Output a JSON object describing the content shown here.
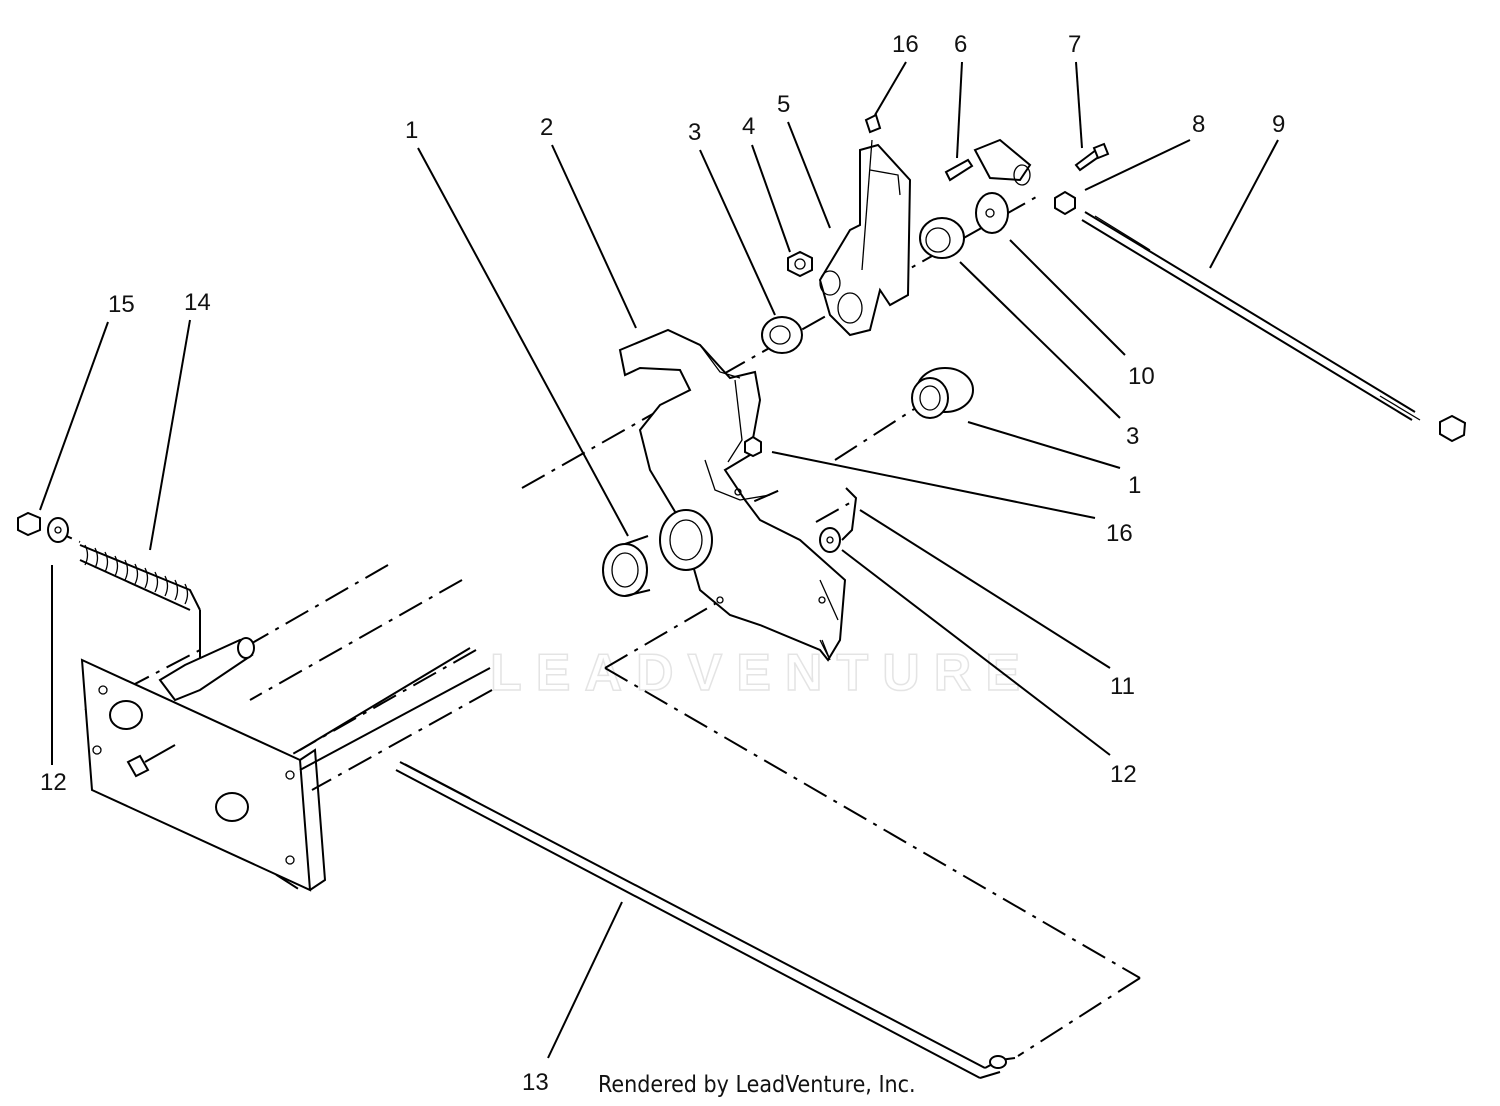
{
  "footer": {
    "rendered_by": "Rendered by LeadVenture, Inc."
  },
  "watermark": {
    "text": "LEADVENTURE"
  },
  "callouts": [
    {
      "id": "c1a",
      "number": "1"
    },
    {
      "id": "c2",
      "number": "2"
    },
    {
      "id": "c3a",
      "number": "3"
    },
    {
      "id": "c4",
      "number": "4"
    },
    {
      "id": "c5",
      "number": "5"
    },
    {
      "id": "c16a",
      "number": "16"
    },
    {
      "id": "c6",
      "number": "6"
    },
    {
      "id": "c7",
      "number": "7"
    },
    {
      "id": "c8",
      "number": "8"
    },
    {
      "id": "c9",
      "number": "9"
    },
    {
      "id": "c10",
      "number": "10"
    },
    {
      "id": "c3b",
      "number": "3"
    },
    {
      "id": "c1b",
      "number": "1"
    },
    {
      "id": "c16b",
      "number": "16"
    },
    {
      "id": "c11",
      "number": "11"
    },
    {
      "id": "c12a",
      "number": "12"
    },
    {
      "id": "c15",
      "number": "15"
    },
    {
      "id": "c14",
      "number": "14"
    },
    {
      "id": "c12b",
      "number": "12"
    },
    {
      "id": "c13",
      "number": "13"
    }
  ]
}
